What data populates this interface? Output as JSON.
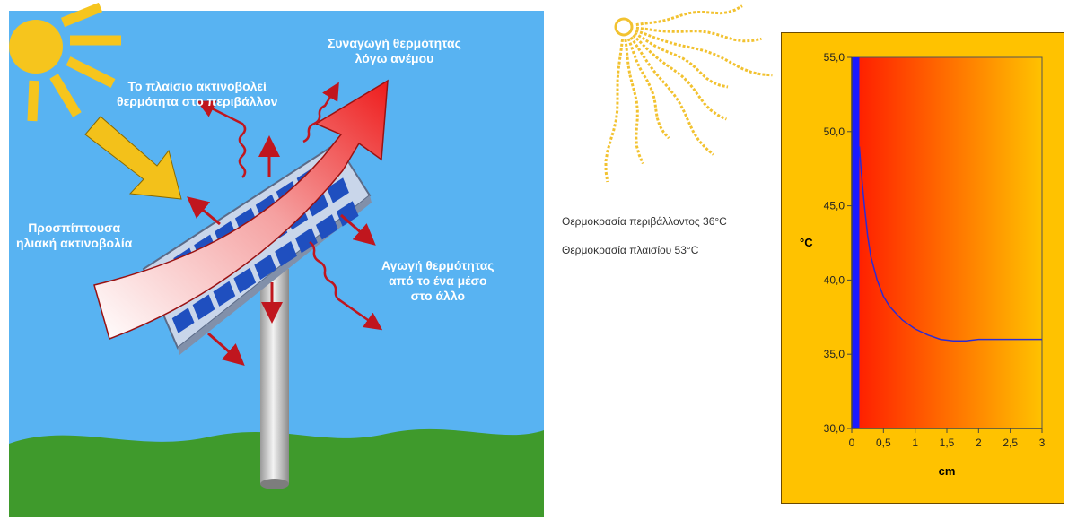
{
  "diagram": {
    "labels": {
      "convection": [
        "Συναγωγή θερμότητας",
        "λόγω ανέμου"
      ],
      "radiation": [
        "Το πλαίσιο ακτινοβολεί",
        "θερμότητα στο περιβάλλον"
      ],
      "incident": [
        "Προσπίπτουσα",
        "ηλιακή ακτινοβολία"
      ],
      "conduction": [
        "Αγωγή θερμότητας",
        "από το ένα μέσο",
        "στο άλλο"
      ]
    },
    "colors": {
      "sky": "#58b3f2",
      "grass": "#3f9a2c",
      "sun": "#f6c51d",
      "panel_frame": "#c9d6ea",
      "panel_cell": "#1f4fbf",
      "heat_arrow": "#c0161e",
      "convection_arrow": "#ee2a2a"
    }
  },
  "notes": {
    "ambient_temp": "Θερμοκρασία περιβάλλοντος 36°C",
    "panel_temp": "Θερμοκρασία πλαισίου 53°C"
  },
  "chart_data": {
    "type": "line",
    "title": "",
    "xlabel": "cm",
    "ylabel": "°C",
    "xlim": [
      0,
      3
    ],
    "ylim": [
      30,
      55
    ],
    "x_ticks": [
      "0",
      "0,5",
      "1",
      "1,5",
      "2",
      "2,5",
      "3"
    ],
    "y_ticks": [
      "30,0",
      "35,0",
      "40,0",
      "45,0",
      "50,0",
      "55,0"
    ],
    "series": [
      {
        "x": [
          0.12,
          0.15,
          0.2,
          0.25,
          0.3,
          0.4,
          0.5,
          0.6,
          0.8,
          1.0,
          1.2,
          1.4,
          1.6,
          1.8,
          2.0,
          2.5,
          3.0
        ],
        "values": [
          49.0,
          47.3,
          45.0,
          43.0,
          41.6,
          40.0,
          38.9,
          38.2,
          37.3,
          36.7,
          36.3,
          36.0,
          35.9,
          35.9,
          36.0,
          36.0,
          36.0
        ],
        "color": "#2b2bd6"
      }
    ],
    "panel_band": {
      "x_range": [
        0,
        0.12
      ],
      "color": "#1a1aff"
    },
    "background_gradient": [
      "#ff1a00",
      "#ffc200"
    ]
  }
}
